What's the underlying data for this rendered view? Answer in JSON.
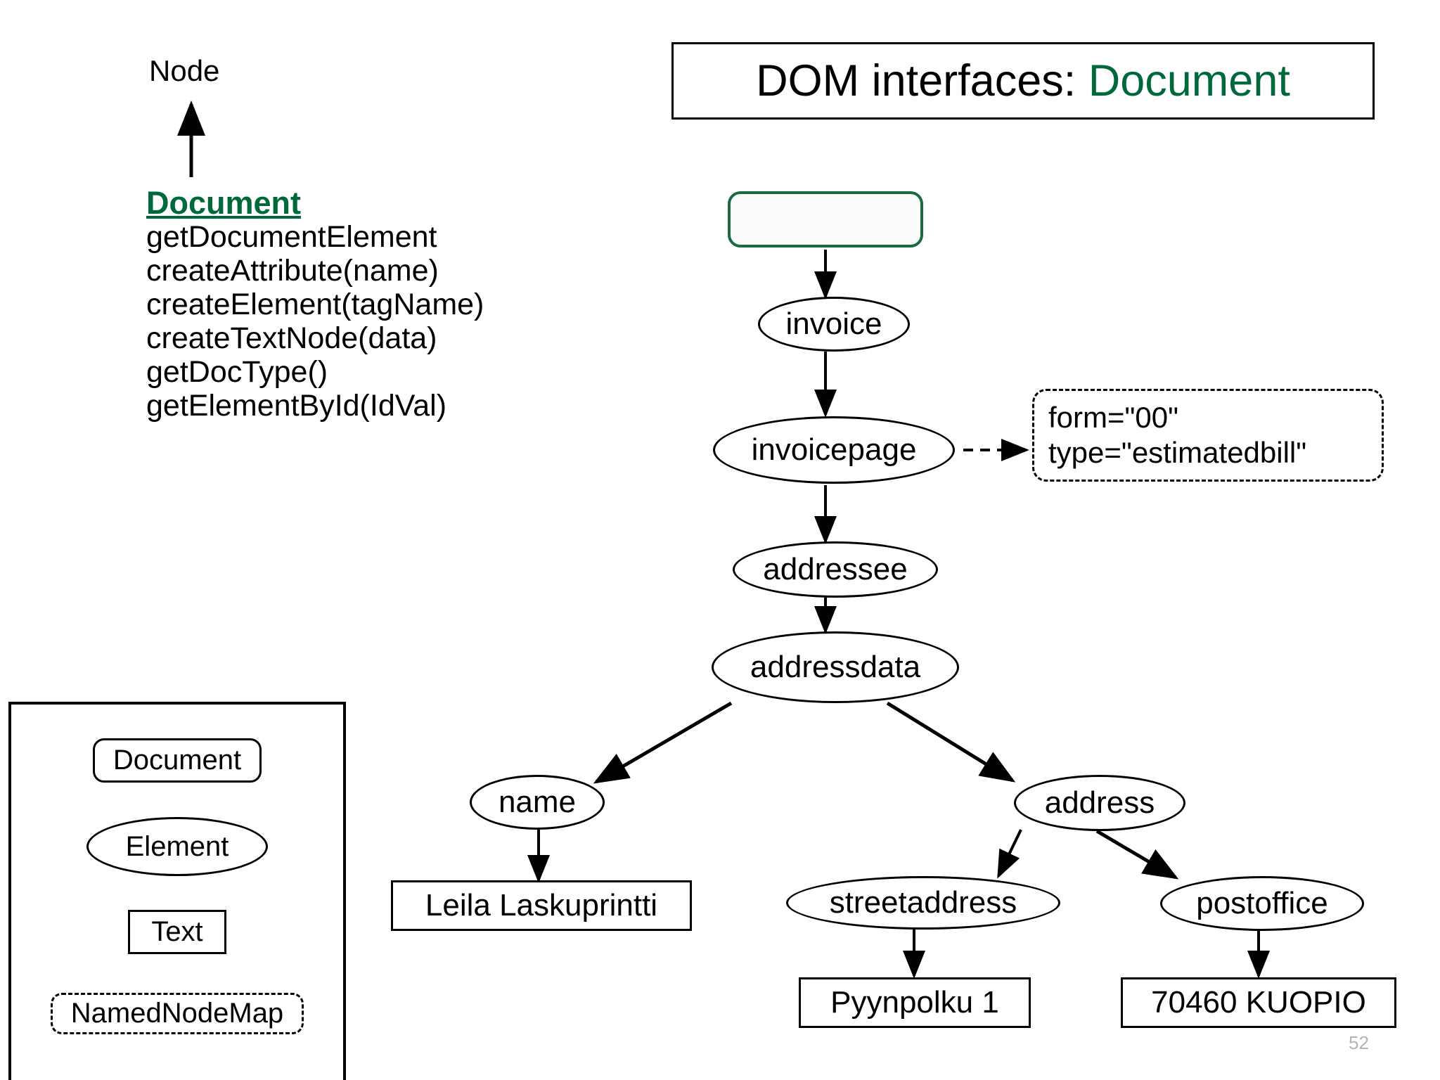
{
  "slide": {
    "page_number": "52",
    "accent_green": "#00693C",
    "box_green": "#1A6B42",
    "line_black": "#000000",
    "background": "#ffffff"
  },
  "title": {
    "prefix": "DOM interfaces: ",
    "highlight": "Document"
  },
  "inheritance": {
    "parent_label": "Node",
    "arrow_name": "inherits-from-arrow"
  },
  "interface": {
    "name": "Document",
    "methods": [
      "getDocumentElement",
      "createAttribute(name)",
      "createElement(tagName)",
      "createTextNode(data)",
      "getDocType()",
      "getElementById(IdVal)"
    ]
  },
  "legend": {
    "title": "",
    "items": [
      {
        "label": "Document",
        "shape": "rounded-rect"
      },
      {
        "label": "Element",
        "shape": "ellipse"
      },
      {
        "label": "Text",
        "shape": "rect"
      },
      {
        "label": "NamedNodeMap",
        "shape": "dashed-rounded-rect"
      }
    ]
  },
  "tree": {
    "document_node": {
      "label": "",
      "shape": "rounded-rect-green"
    },
    "elements": [
      {
        "label": "invoice"
      },
      {
        "label": "invoicepage"
      },
      {
        "label": "addressee"
      },
      {
        "label": "addressdata"
      },
      {
        "label": "name"
      },
      {
        "label": "address"
      },
      {
        "label": "streetaddress"
      },
      {
        "label": "postoffice"
      }
    ],
    "text_nodes": [
      {
        "label": "Leila Laskuprintti"
      },
      {
        "label": "Pyynpolku 1"
      },
      {
        "label": "70460 KUOPIO"
      }
    ],
    "attributes": {
      "lines": [
        "form=\"00\"",
        "type=\"estimatedbill\""
      ]
    }
  }
}
